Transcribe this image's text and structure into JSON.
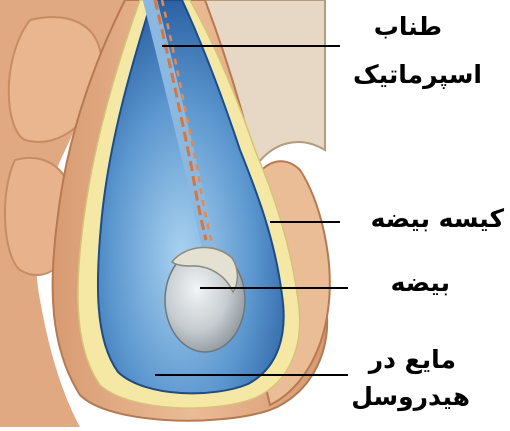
{
  "labels": {
    "spermatic_cord_line1": "طناب",
    "spermatic_cord_line2": "اسپرماتیک",
    "scrotum": "کیسه بیضه",
    "testis": "بیضه",
    "hydrocele_fluid_line1": "مایع در",
    "hydrocele_fluid_line2": "هیدروسل"
  },
  "colors": {
    "skin": "#e3ae86",
    "skin_shadow": "#c58a61",
    "fat_layer": "#f4e7a3",
    "fluid": "#2f6fb4",
    "fluid_light": "#9cc8ea",
    "testis": "#c9cfd2",
    "cord_vessel": "#d9743a",
    "leader_line": "#000000"
  }
}
